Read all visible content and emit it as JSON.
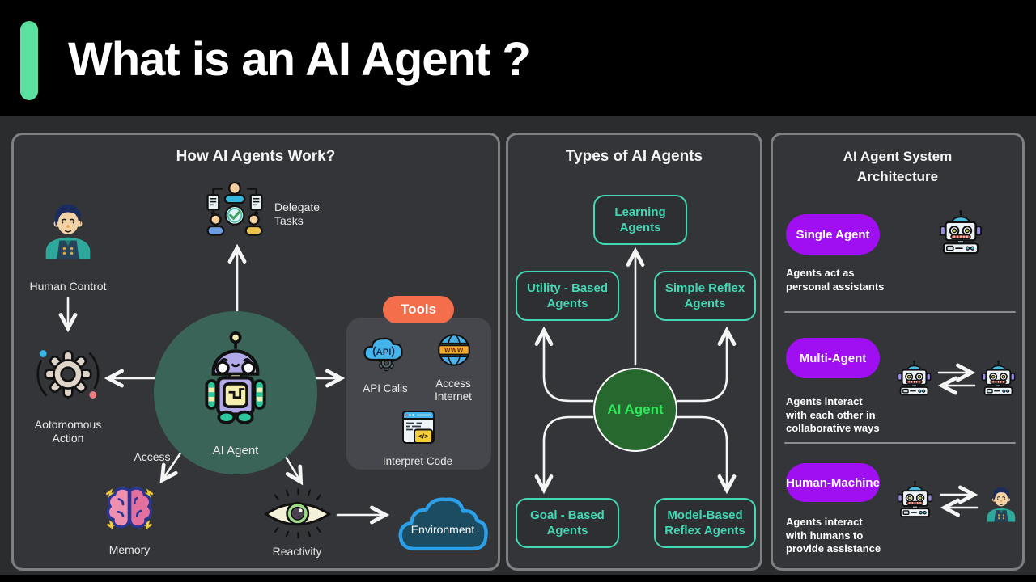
{
  "header": {
    "title": "What is an AI Agent ?"
  },
  "colors": {
    "accent_green": "#5ce0a0",
    "teal": "#43d8b4",
    "purple": "#a00ff2",
    "tools_orange": "#f46e4b",
    "agent_circle_green": "#27682f",
    "agent_text_green": "#2ce95b",
    "env_cloud_blue": "#2b9fe8"
  },
  "how_panel": {
    "title": "How AI Agents Work?",
    "human_control": "Human Controt",
    "autonomous": [
      "Aotomomous",
      "Action"
    ],
    "delegate": [
      "Delegate",
      "Tasks"
    ],
    "ai_agent": "AI Agent",
    "access": "Access",
    "memory": "Memory",
    "reactivity": "Reactivity",
    "environment": "Environment",
    "tools": {
      "badge": "Tools",
      "api_text": "API",
      "api_calls": "API Calls",
      "www_text": "WWW",
      "access_internet": [
        "Access",
        "Internet"
      ],
      "code_text": "</>",
      "interpret_code": "Interpret Code"
    }
  },
  "types_panel": {
    "title": "Types of AI Agents",
    "center": "AI Agent",
    "learning": [
      "Learning",
      "Agents"
    ],
    "utility": [
      "Utility - Based",
      "Agents"
    ],
    "simple": [
      "Simple Reflex",
      "Agents"
    ],
    "goal": [
      "Goal - Based",
      "Agents"
    ],
    "model": [
      "Model-Based",
      "Reflex Agents"
    ]
  },
  "arch_panel": {
    "title": [
      "AI Agent System",
      "Architecture"
    ],
    "rows": [
      {
        "badge": "Single Agent",
        "desc": [
          "Agents act as",
          "personal assistants",
          ""
        ]
      },
      {
        "badge": "Multi-Agent",
        "desc": [
          "Agents interact",
          "with each other in",
          "collaborative ways"
        ]
      },
      {
        "badge": "Human-Machine",
        "desc": [
          "Agents interact",
          "with humans to",
          "provide assistance"
        ]
      }
    ]
  }
}
